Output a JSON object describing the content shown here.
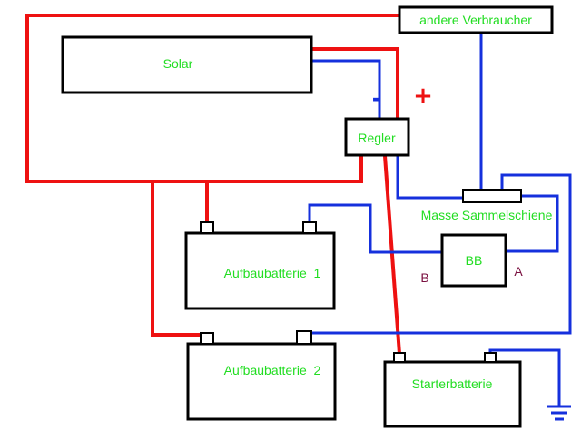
{
  "components": {
    "solar": "Solar",
    "regler": "Regler",
    "andere_verbraucher": "andere Verbraucher",
    "masse_sammelschiene": "Masse Sammelschiene",
    "bb": "BB",
    "aufbaubatterie_1": "Aufbaubatterie  1",
    "aufbaubatterie_2": "Aufbaubatterie  2",
    "starterbatterie": "Starterbatterie"
  },
  "terminals": {
    "b": "B",
    "a": "A"
  },
  "polarity": {
    "minus": "-",
    "plus": "+"
  },
  "colors": {
    "positive_wire": "#ee1111",
    "negative_wire": "#1530dd",
    "label_text": "#22dd22",
    "terminal_text": "#7a1040"
  },
  "icons": {
    "ground": "ground-symbol-icon"
  }
}
